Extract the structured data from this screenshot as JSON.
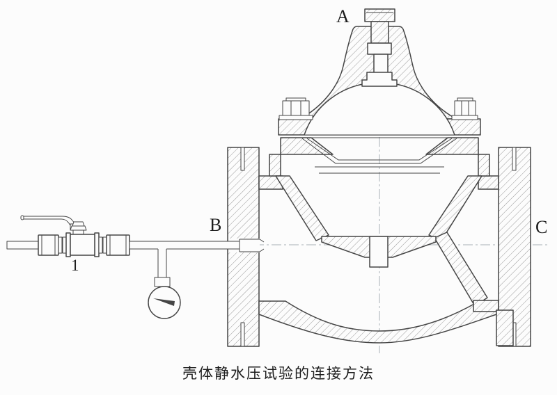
{
  "drawing": {
    "caption": "壳体静水压试验的连接方法",
    "labels": {
      "top_connection": "A",
      "inlet_side": "B",
      "outlet_side": "C",
      "test_valve_item": "1"
    },
    "colors": {
      "background": "#fcfcfc",
      "line": "#454545",
      "hatch": "#9a9a9a",
      "centerline": "#a9b0b6",
      "text": "#1c1c1c"
    },
    "components": [
      "stem-bolt",
      "bonnet",
      "bonnet-bolts",
      "diaphragm",
      "valve-body",
      "inlet-flange",
      "outlet-flange",
      "seat-weir",
      "ball-valve",
      "valve-handle",
      "test-pipe",
      "compression-fitting",
      "pressure-gauge"
    ]
  }
}
